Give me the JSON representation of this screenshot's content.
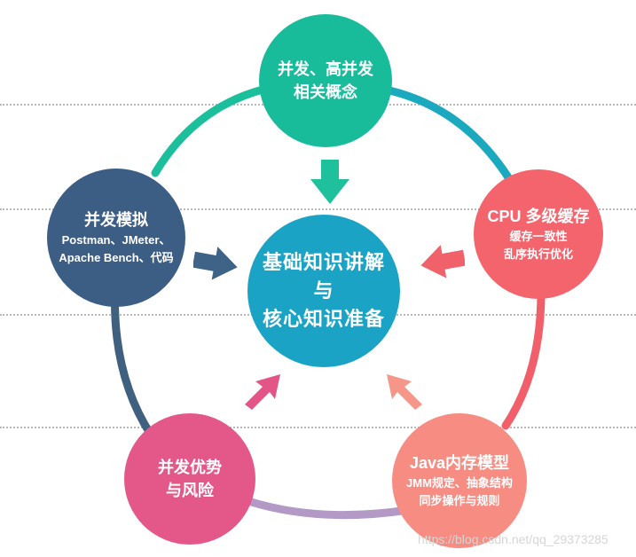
{
  "diagram": {
    "center": {
      "line1": "基础知识讲解",
      "line2": "与",
      "line3": "核心知识准备",
      "color": "#1aa3c4"
    },
    "top": {
      "title": "并发、高并发",
      "sub": "相关概念",
      "color": "#18bc9a"
    },
    "right": {
      "title": "CPU 多级缓存",
      "sub1": "缓存一致性",
      "sub2": "乱序执行优化",
      "color": "#f4646c"
    },
    "bottom_right": {
      "title": "Java内存模型",
      "sub1": "JMM规定、抽象结构",
      "sub2": "同步操作与规则",
      "color": "#f78c82"
    },
    "bottom_left": {
      "title": "并发优势",
      "sub": "与风险",
      "color": "#e35888"
    },
    "left": {
      "title": "并发模拟",
      "sub1": "Postman、JMeter、",
      "sub2": "Apache Bench、代码",
      "color": "#3c5e85"
    },
    "ring_colors": {
      "top_to_right": "#1aa9bf",
      "right_to_bottom_right": "#f15f6a",
      "bottom_right_to_bottom_left": "#b399c6",
      "bottom_left_to_left": "#40607f",
      "left_to_top": "#1cbf9b"
    }
  },
  "watermark": "https://blog.csdn.net/qq_29373285"
}
